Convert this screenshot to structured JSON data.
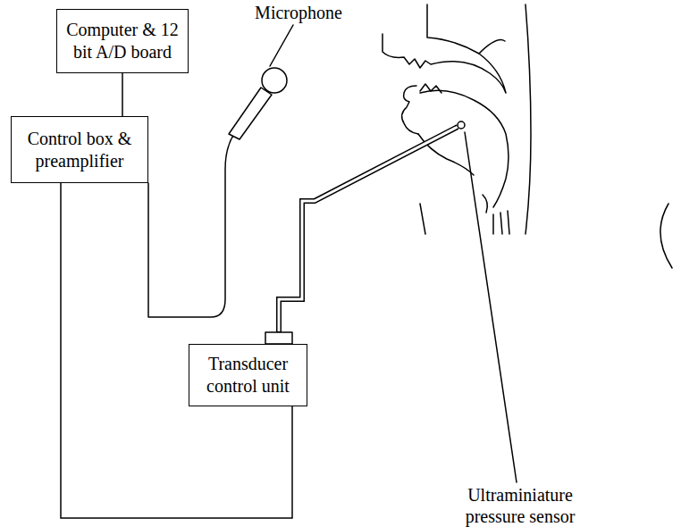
{
  "diagram": {
    "nodes": [
      {
        "text": [
          "Computer & 12 bit A/D board"
        ]
      },
      {
        "text": [
          "Control box & preamplifier"
        ]
      },
      {
        "text": [
          "Transducer control unit"
        ]
      }
    ],
    "edges": [
      {
        "from": 0,
        "to": 1,
        "arrow": "none"
      },
      {
        "from": 1,
        "to": 2,
        "arrow": "none"
      }
    ],
    "labels": [
      "Microphone",
      "Ultraminiature pressure sensor"
    ]
  }
}
